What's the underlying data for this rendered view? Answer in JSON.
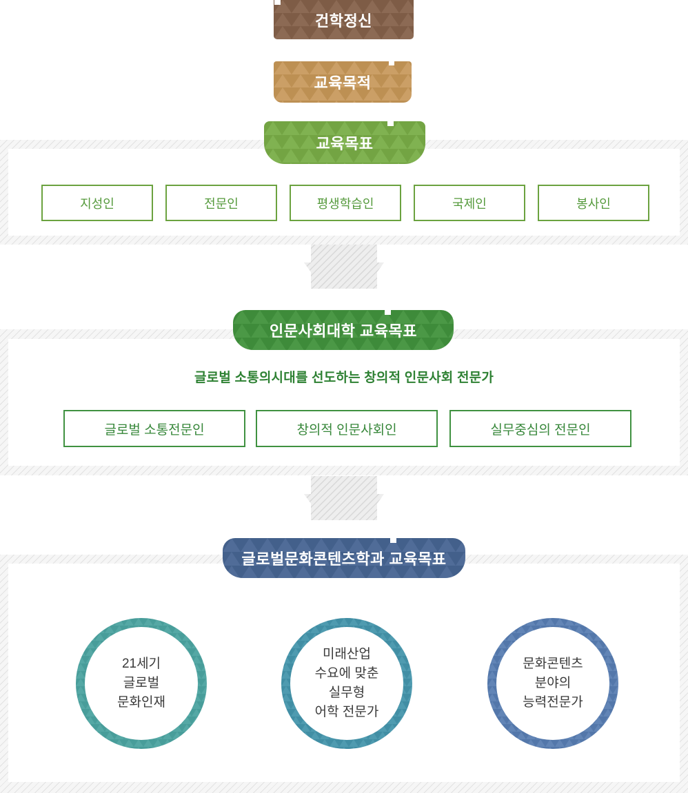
{
  "banners": {
    "founding_spirit": {
      "label": "건학정신",
      "color": "#856350"
    },
    "education_purpose": {
      "label": "교육목적",
      "color": "#c49a5e"
    }
  },
  "sections": [
    {
      "header": {
        "label": "교육목표",
        "color": "#7aab4a"
      },
      "box_border_color": "#6ba23f",
      "boxes": [
        {
          "label": "지성인"
        },
        {
          "label": "전문인"
        },
        {
          "label": "평생학습인"
        },
        {
          "label": "국제인"
        },
        {
          "label": "봉사인"
        }
      ]
    },
    {
      "header": {
        "label": "인문사회대학 교육목표",
        "color": "#45923f"
      },
      "subtitle": "글로벌 소통의시대를 선도하는 창의적 인문사회 전문가",
      "box_border_color": "#3f9140",
      "boxes": [
        {
          "label": "글로벌 소통전문인"
        },
        {
          "label": "창의적 인문사회인"
        },
        {
          "label": "실무중심의 전문인"
        }
      ]
    },
    {
      "header": {
        "label": "글로벌문화콘텐츠학과 교육목표",
        "color": "#49628d"
      },
      "circles": [
        {
          "text": "21세기\n글로벌\n문화인재",
          "ring_color": "#4fa3a0"
        },
        {
          "text": "미래산업\n수요에 맞춘\n실무형\n어학 전문가",
          "ring_color": "#4795aa"
        },
        {
          "text": "문화콘텐츠\n분야의\n능력전문가",
          "ring_color": "#5b7eb0"
        }
      ]
    }
  ],
  "palette": {
    "band_hatch_line": "#e2e2e2",
    "band_hatch_bg": "#f6f6f6",
    "arrow_hatch_line": "#d7d7d7",
    "arrow_hatch_bg": "#eeeeee"
  }
}
